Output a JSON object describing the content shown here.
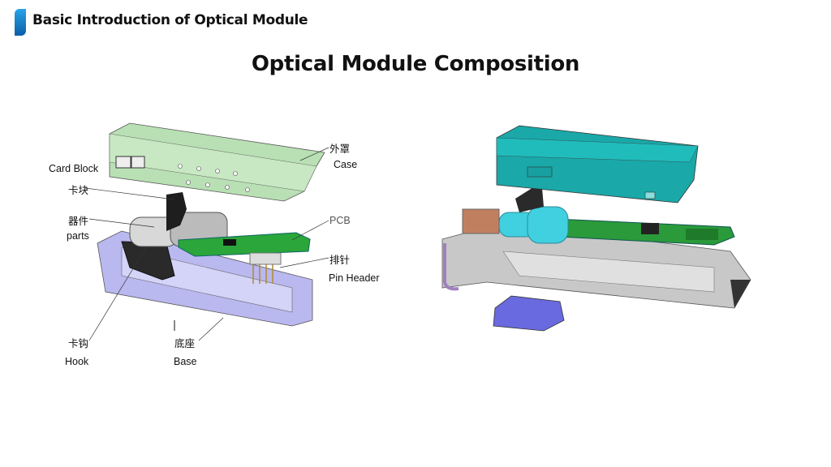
{
  "header": {
    "title": "Basic Introduction of Optical Module",
    "accent_color": "#1a84d2"
  },
  "slide": {
    "title": "Optical Module Composition"
  },
  "left_diagram": {
    "labels": {
      "case_cn": "外罩",
      "case_en": "Case",
      "card_block_en": "Card Block",
      "card_block_cn": "卡块",
      "parts_cn": "器件",
      "parts_en": "parts",
      "pcb": "PCB",
      "pin_header_cn": "排针",
      "pin_header_en": "Pin Header",
      "hook_cn": "卡钩",
      "hook_en": "Hook",
      "base_cn": "底座",
      "base_en": "Base"
    },
    "colors": {
      "case": "#b9e0b4",
      "base": "#b9b8ef",
      "pcb": "#2aa63a",
      "block": "#222222"
    }
  },
  "right_diagram": {
    "colors": {
      "case": "#1aa8a8",
      "base": "#c8c8c8",
      "pcb": "#2a9a3a",
      "clip": "#6a6ae0",
      "cylinder": "#40d0e0"
    }
  }
}
